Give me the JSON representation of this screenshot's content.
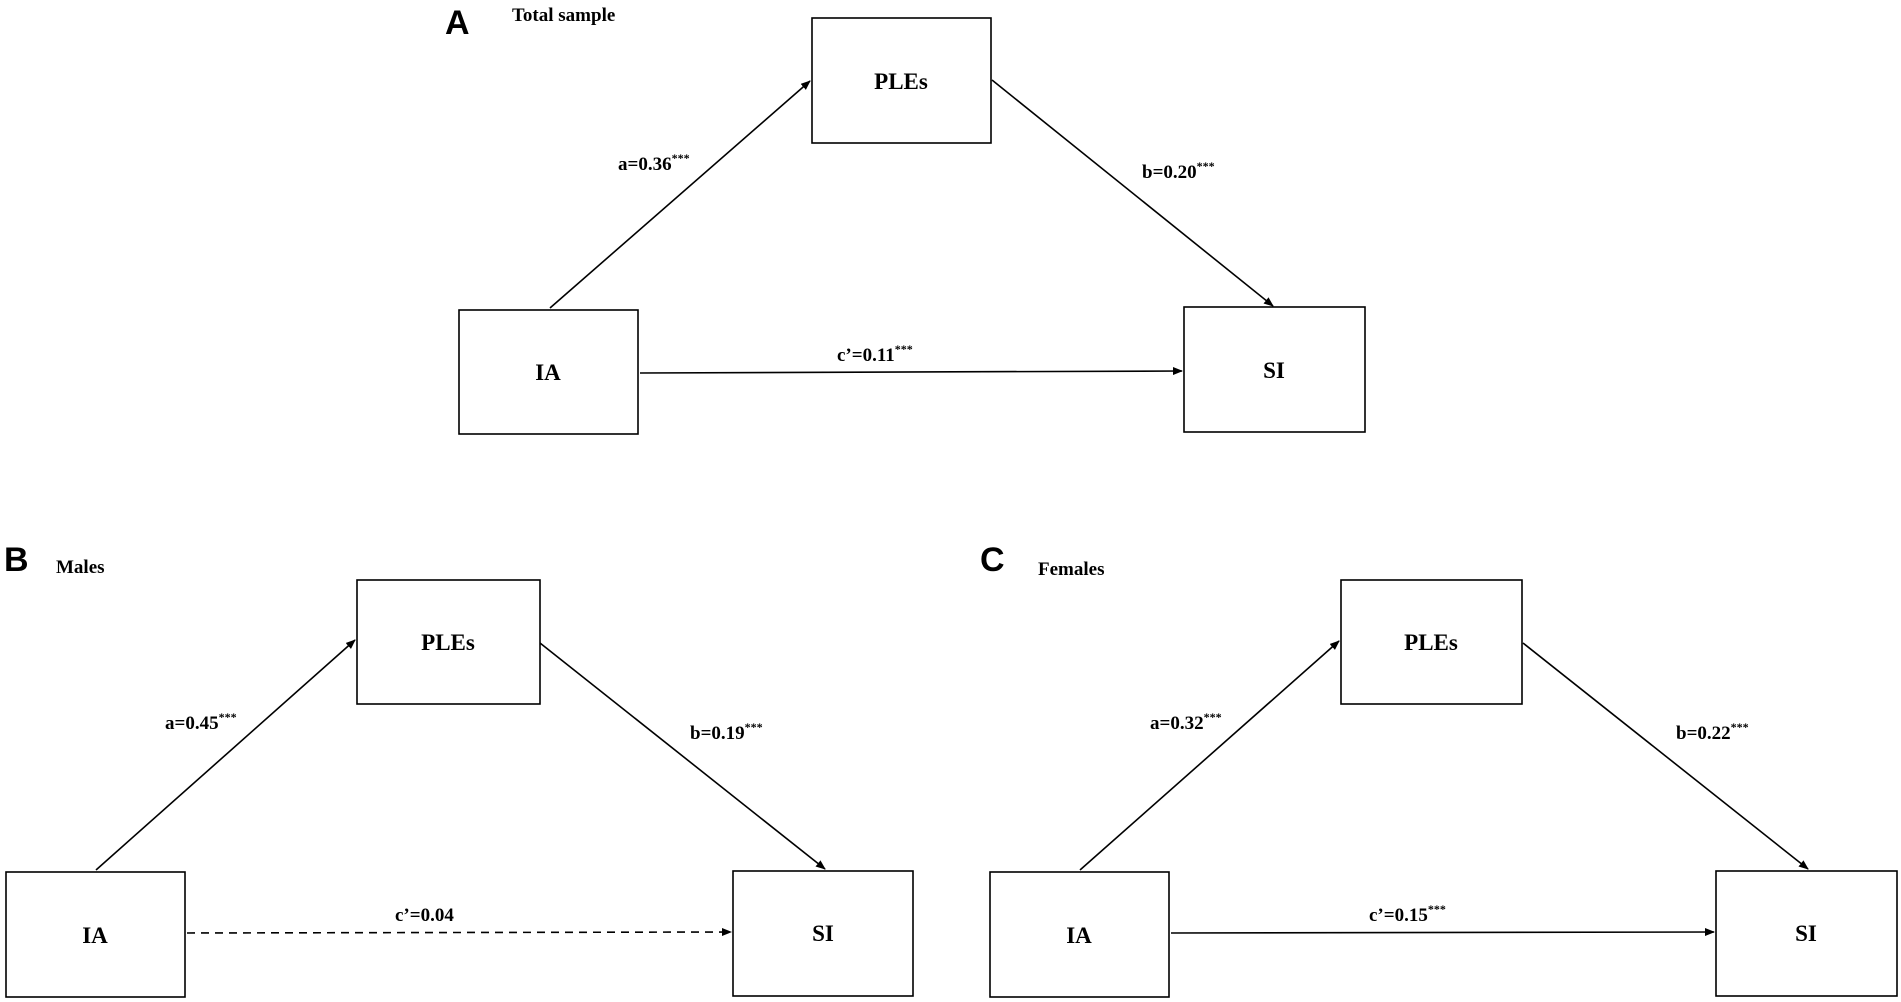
{
  "panels": [
    {
      "letter": "A",
      "title": "Total sample",
      "nodes": {
        "mediator": "PLEs",
        "predictor": "IA",
        "outcome": "SI"
      },
      "paths": {
        "a": {
          "label": "a=0.36",
          "sig": "***",
          "style": "solid"
        },
        "b": {
          "label": "b=0.20",
          "sig": "***",
          "style": "solid"
        },
        "c": {
          "label": "c’=0.11",
          "sig": "***",
          "style": "solid"
        }
      }
    },
    {
      "letter": "B",
      "title": "Males",
      "nodes": {
        "mediator": "PLEs",
        "predictor": "IA",
        "outcome": "SI"
      },
      "paths": {
        "a": {
          "label": "a=0.45",
          "sig": "***",
          "style": "solid"
        },
        "b": {
          "label": "b=0.19",
          "sig": "***",
          "style": "solid"
        },
        "c": {
          "label": "c’=0.04",
          "sig": "",
          "style": "dashed"
        }
      }
    },
    {
      "letter": "C",
      "title": "Females",
      "nodes": {
        "mediator": "PLEs",
        "predictor": "IA",
        "outcome": "SI"
      },
      "paths": {
        "a": {
          "label": "a=0.32",
          "sig": "***",
          "style": "solid"
        },
        "b": {
          "label": "b=0.22",
          "sig": "***",
          "style": "solid"
        },
        "c": {
          "label": "c’=0.15",
          "sig": "***",
          "style": "solid"
        }
      }
    }
  ]
}
